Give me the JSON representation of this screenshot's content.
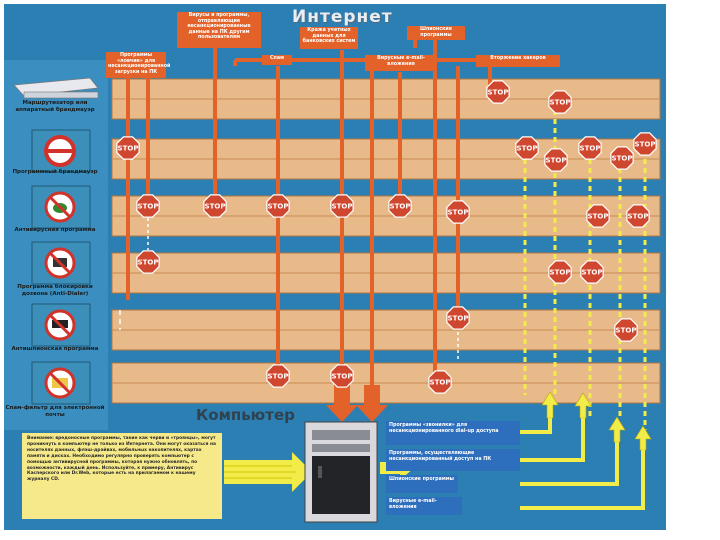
{
  "title": "Интернет",
  "computer_label": "Компьютер",
  "stop_text": "STOP",
  "threats": [
    "Программы «ловчие» для несанкционированной загрузки на ПК",
    "Вирусы и программы, отправляющие несанкционированные данные на ПК другим пользователям",
    "Спам",
    "Кража учетных данных для банковских систем",
    "Вирусные e-mail-вложения",
    "Шпионские программы",
    "Вторжение хакеров"
  ],
  "protections": [
    "Маршрутизатор или аппаратный брандмауэр",
    "Программный брандмауэр",
    "Антивирусная программа",
    "Программа блокировки дозвона (Anti-Dialer)",
    "Антишпионская программа",
    "Спам-фильтр для электронной почты"
  ],
  "note": "Внимание: вредоносные программы, такие как черви и «троянцы», могут проникнуть в компьютер не только из Интернета. Они могут оказаться на носителях данных, флэш-драйвах, мобильных накопителях, картах памяти и дисках. Необходимо регулярно проверять компьютер с помощью антивирусной программы, которая нужно обновлять, по возможности, каждый день. Используйте, к примеру, Антивирус Касперского или Dr.Web, которые есть на прилагаемом к нашему журналу CD.",
  "legend": [
    "Программы «звонилки» для несанкционированного dial-up доступа",
    "Программы, осуществляющие несанкционированный доступ на ПК",
    "Шпионские программы",
    "Вирусные e-mail-вложения"
  ],
  "colors": {
    "background": "#2b7fb3",
    "wood": "#e8b989",
    "wood_dark": "#c98a55",
    "threat": "#e2622a",
    "stop": "#d0472f",
    "dial_up": "#f2ec4a",
    "note_bg": "#f6e98a",
    "legend_bg": "#2e6fbd"
  },
  "icons": [
    "router-icon",
    "no-sign-icon",
    "bug-icon",
    "phone-cross-icon",
    "spy-icon",
    "mail-cross-icon",
    "computer-tower-icon"
  ]
}
